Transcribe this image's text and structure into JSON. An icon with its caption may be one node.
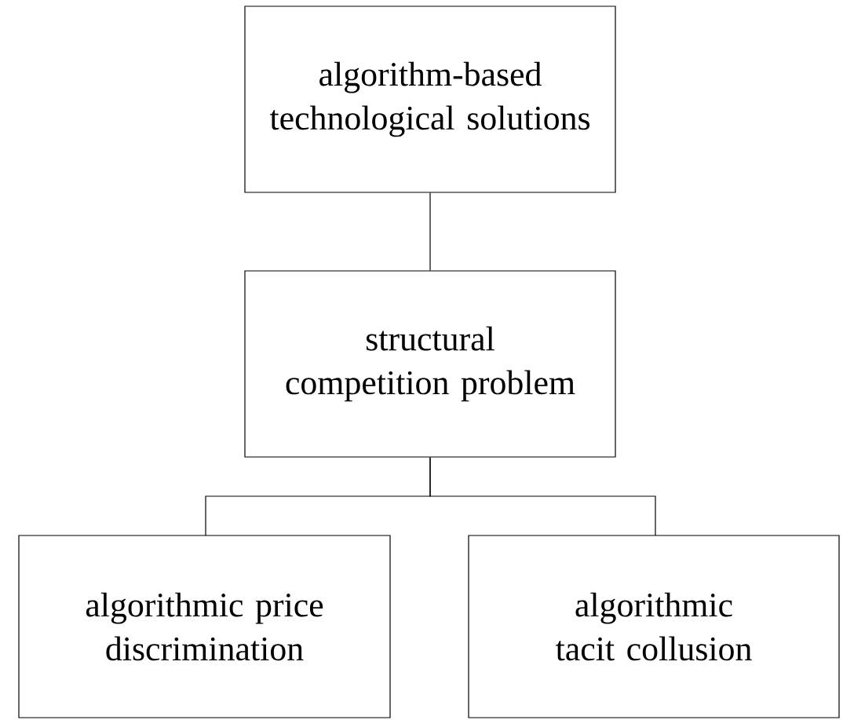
{
  "diagram": {
    "nodes": [
      {
        "text": [
          "algorithm-based technological solutions"
        ]
      },
      {
        "text": [
          "structural competition problem"
        ]
      },
      {
        "text": [
          "algorithmic price discrimination"
        ]
      },
      {
        "text": [
          "algorithmic tacit collusion"
        ]
      }
    ],
    "edges": [
      {
        "from": 0,
        "to": 1,
        "arrow": "none"
      },
      {
        "from": 1,
        "to": 2,
        "arrow": "none"
      },
      {
        "from": 1,
        "to": 3,
        "arrow": "none"
      }
    ]
  }
}
